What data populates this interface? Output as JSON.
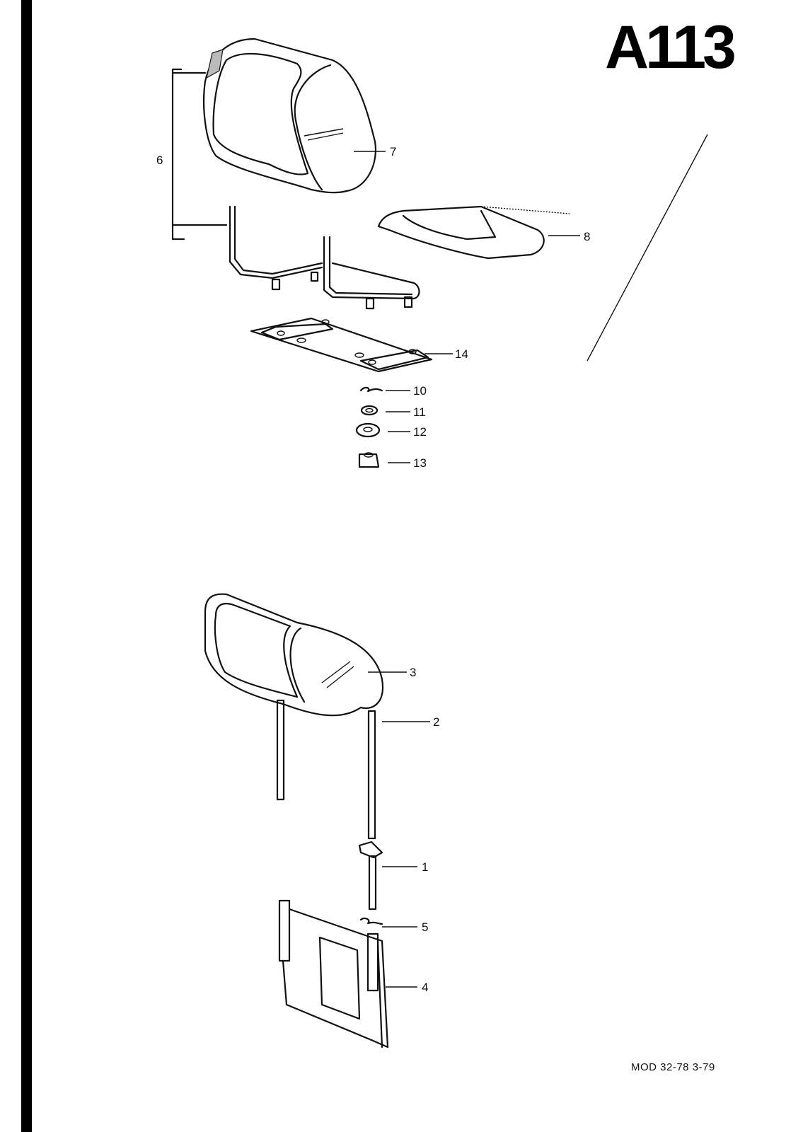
{
  "page": {
    "code": "A113",
    "footer_model": "MOD 32-78",
    "footer_date": "3-79"
  },
  "callouts": [
    {
      "id": "1",
      "label": "1"
    },
    {
      "id": "2",
      "label": "2"
    },
    {
      "id": "3",
      "label": "3"
    },
    {
      "id": "4",
      "label": "4"
    },
    {
      "id": "5",
      "label": "5"
    },
    {
      "id": "6",
      "label": "6"
    },
    {
      "id": "7",
      "label": "7"
    },
    {
      "id": "8",
      "label": "8"
    },
    {
      "id": "10",
      "label": "10"
    },
    {
      "id": "11",
      "label": "11"
    },
    {
      "id": "12",
      "label": "12"
    },
    {
      "id": "13",
      "label": "13"
    },
    {
      "id": "14",
      "label": "14"
    }
  ]
}
